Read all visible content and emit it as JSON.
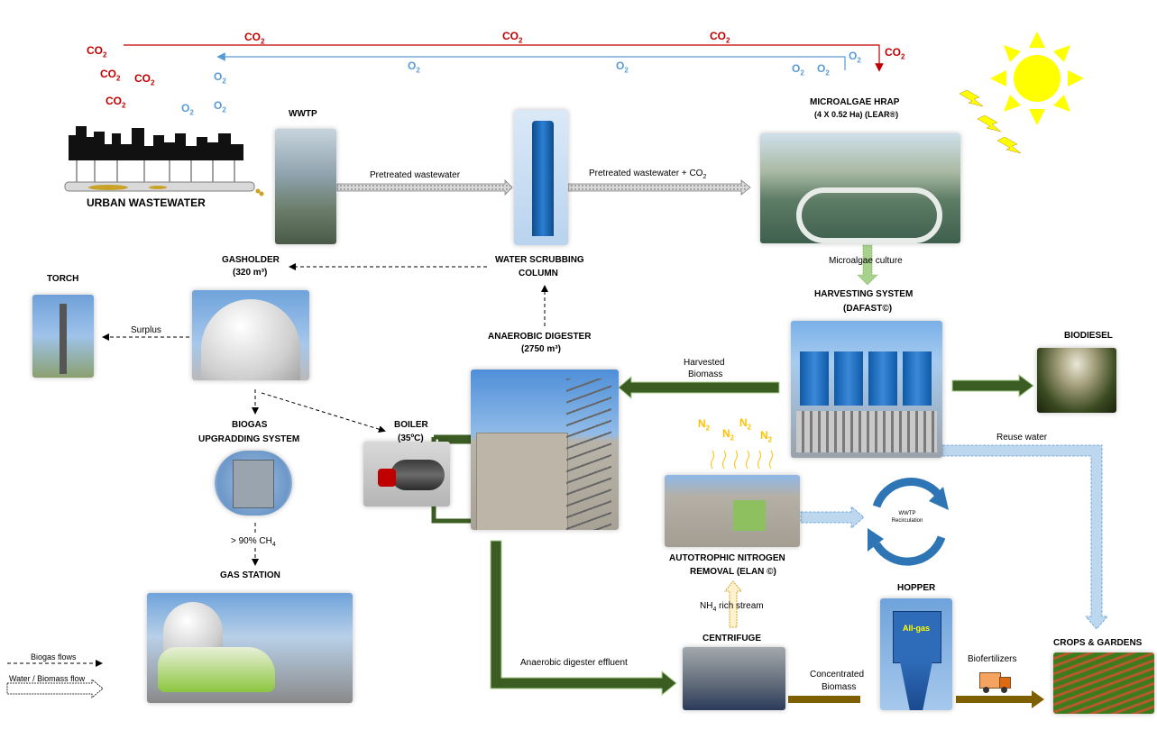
{
  "gases": {
    "co2": "CO",
    "o2": "O",
    "sub2": "2",
    "n2": "N"
  },
  "labels": {
    "urban_wastewater": "URBAN WASTEWATER",
    "wwtp": "WWTP",
    "microalgae_hrap_1": "MICROALGAE HRAP",
    "microalgae_hrap_2": "(4 X 0.52 Ha) (LEAR®)",
    "gasholder_1": "GASHOLDER",
    "gasholder_2": "(320 m³)",
    "torch": "TORCH",
    "water_scrubbing_1": "WATER SCRUBBING",
    "water_scrubbing_2": "COLUMN",
    "anaerobic_digester_1": "ANAEROBIC DIGESTER",
    "anaerobic_digester_2": "(2750 m³)",
    "harvesting_1": "HARVESTING SYSTEM",
    "harvesting_2": "(DAFAST©)",
    "biodiesel": "BIODIESEL",
    "biogas_upgrading_1": "BIOGAS",
    "biogas_upgrading_2": "UPGRADDING SYSTEM",
    "boiler_1": "BOILER",
    "boiler_2": "(35ºC)",
    "gas_station": "GAS STATION",
    "autotrophic_1": "AUTOTROPHIC NITROGEN",
    "autotrophic_2": "REMOVAL (ELAN ©)",
    "centrifuge": "CENTRIFUGE",
    "hopper": "HOPPER",
    "crops": "CROPS & GARDENS",
    "wwtp_recirculation_1": "WWTP",
    "wwtp_recirculation_2": "Recirculation"
  },
  "flows": {
    "pretreated_wastewater": "Pretreated wastewater",
    "pretreated_wastewater_co2": "Pretreated wastewater + CO",
    "microalgae_culture": "Microalgae culture",
    "surplus": "Surplus",
    "harvested_biomass_1": "Harvested",
    "harvested_biomass_2": "Biomass",
    "reuse_water": "Reuse water",
    "ch4": "> 90% CH",
    "ch4_sub": "4",
    "nh4_stream": "NH",
    "nh4_sub": "4",
    "nh4_rest": " rich stream",
    "anaerobic_effluent": "Anaerobic digester effluent",
    "concentrated_biomass_1": "Concentrated",
    "concentrated_biomass_2": "Biomass",
    "biofertilizers": "Biofertilizers"
  },
  "legend": {
    "biogas_flows": "Biogas flows",
    "water_biomass_flow": "Water / Biomass flow"
  },
  "photos": {
    "hopper_sign": "All-gas"
  },
  "colors": {
    "co2": "#c00000",
    "o2": "#5b9bd5",
    "dark_green_arrow": "#3b5d23",
    "light_green_arrow": "#a9d18e",
    "light_blue_arrow": "#bdd7ee",
    "brown_arrow": "#7f6000",
    "sun": "#ffff00"
  }
}
